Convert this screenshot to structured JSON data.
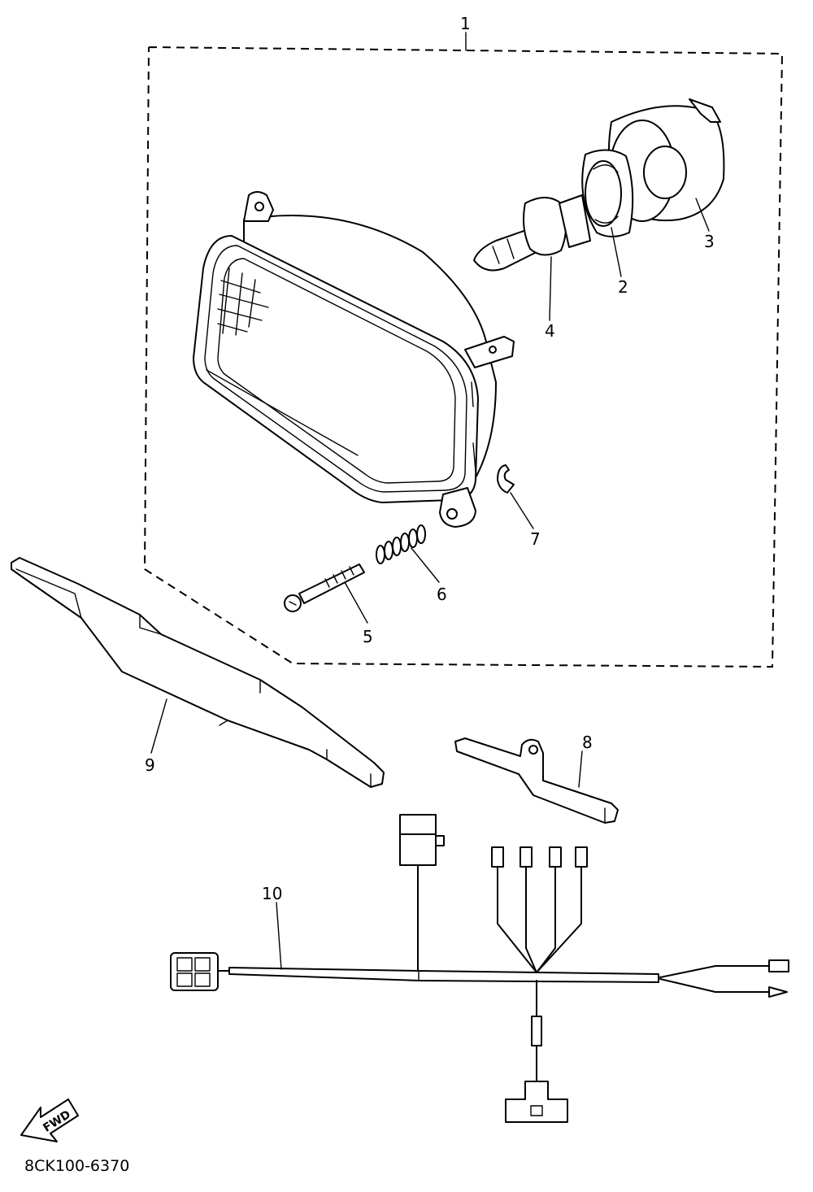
{
  "diagram": {
    "callouts": {
      "c1": "1",
      "c2": "2",
      "c3": "3",
      "c4": "4",
      "c5": "5",
      "c6": "6",
      "c7": "7",
      "c8": "8",
      "c9": "9",
      "c10": "10"
    },
    "fwd_label": "FWD",
    "drawing_code": "8CK100-6370"
  }
}
